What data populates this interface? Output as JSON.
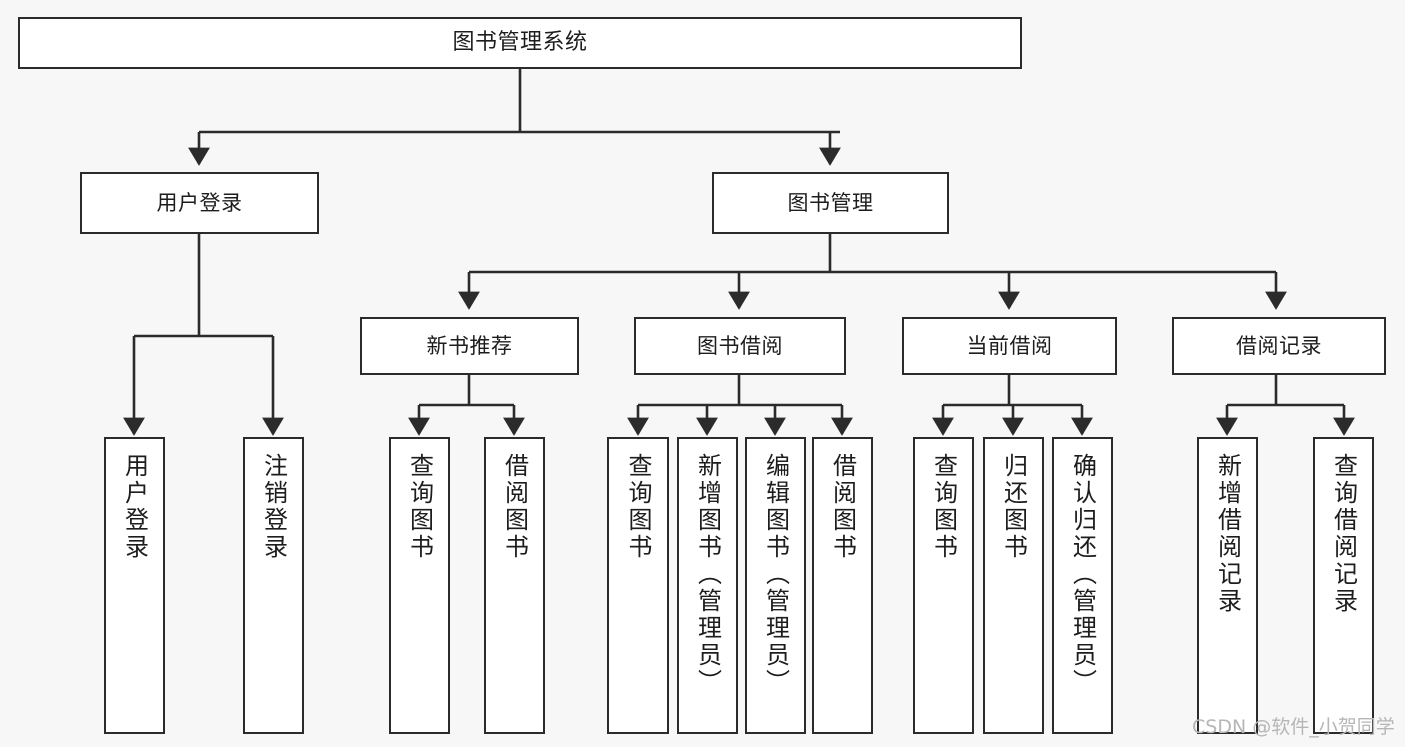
{
  "diagram": {
    "title": "图书管理系统",
    "type": "tree",
    "watermark": "CSDN @软件_小贺同学",
    "colors": {
      "background": "#f7f7f7",
      "node_fill": "#ffffff",
      "node_border": "#2b2b2b",
      "edge": "#2b2b2b",
      "text": "#1d1d1d",
      "watermark": "#b6b6b6"
    },
    "nodes": {
      "root": {
        "label": "图书管理系统"
      },
      "level1": [
        {
          "id": "user-login",
          "label": "用户登录"
        },
        {
          "id": "book-management",
          "label": "图书管理"
        }
      ],
      "level2": [
        {
          "id": "new-book-recommend",
          "label": "新书推荐"
        },
        {
          "id": "book-borrow",
          "label": "图书借阅"
        },
        {
          "id": "current-borrow",
          "label": "当前借阅"
        },
        {
          "id": "borrow-record",
          "label": "借阅记录"
        }
      ],
      "leaves": {
        "user-login": [
          {
            "id": "leaf-user-login",
            "label": "用户登录"
          },
          {
            "id": "leaf-logout-login",
            "label": "注销登录"
          }
        ],
        "new-book-recommend": [
          {
            "id": "leaf-query-book-1",
            "label": "查询图书"
          },
          {
            "id": "leaf-borrow-book-1",
            "label": "借阅图书"
          }
        ],
        "book-borrow": [
          {
            "id": "leaf-query-book-2",
            "label": "查询图书"
          },
          {
            "id": "leaf-add-book",
            "label": "新增图书（管理员）"
          },
          {
            "id": "leaf-edit-book",
            "label": "编辑图书（管理员）"
          },
          {
            "id": "leaf-borrow-book-2",
            "label": "借阅图书"
          }
        ],
        "current-borrow": [
          {
            "id": "leaf-query-book-3",
            "label": "查询图书"
          },
          {
            "id": "leaf-return-book",
            "label": "归还图书"
          },
          {
            "id": "leaf-confirm-return",
            "label": "确认归还（管理员）"
          }
        ],
        "borrow-record": [
          {
            "id": "leaf-add-record",
            "label": "新增借阅记录"
          },
          {
            "id": "leaf-query-record",
            "label": "查询借阅记录"
          }
        ]
      }
    }
  }
}
